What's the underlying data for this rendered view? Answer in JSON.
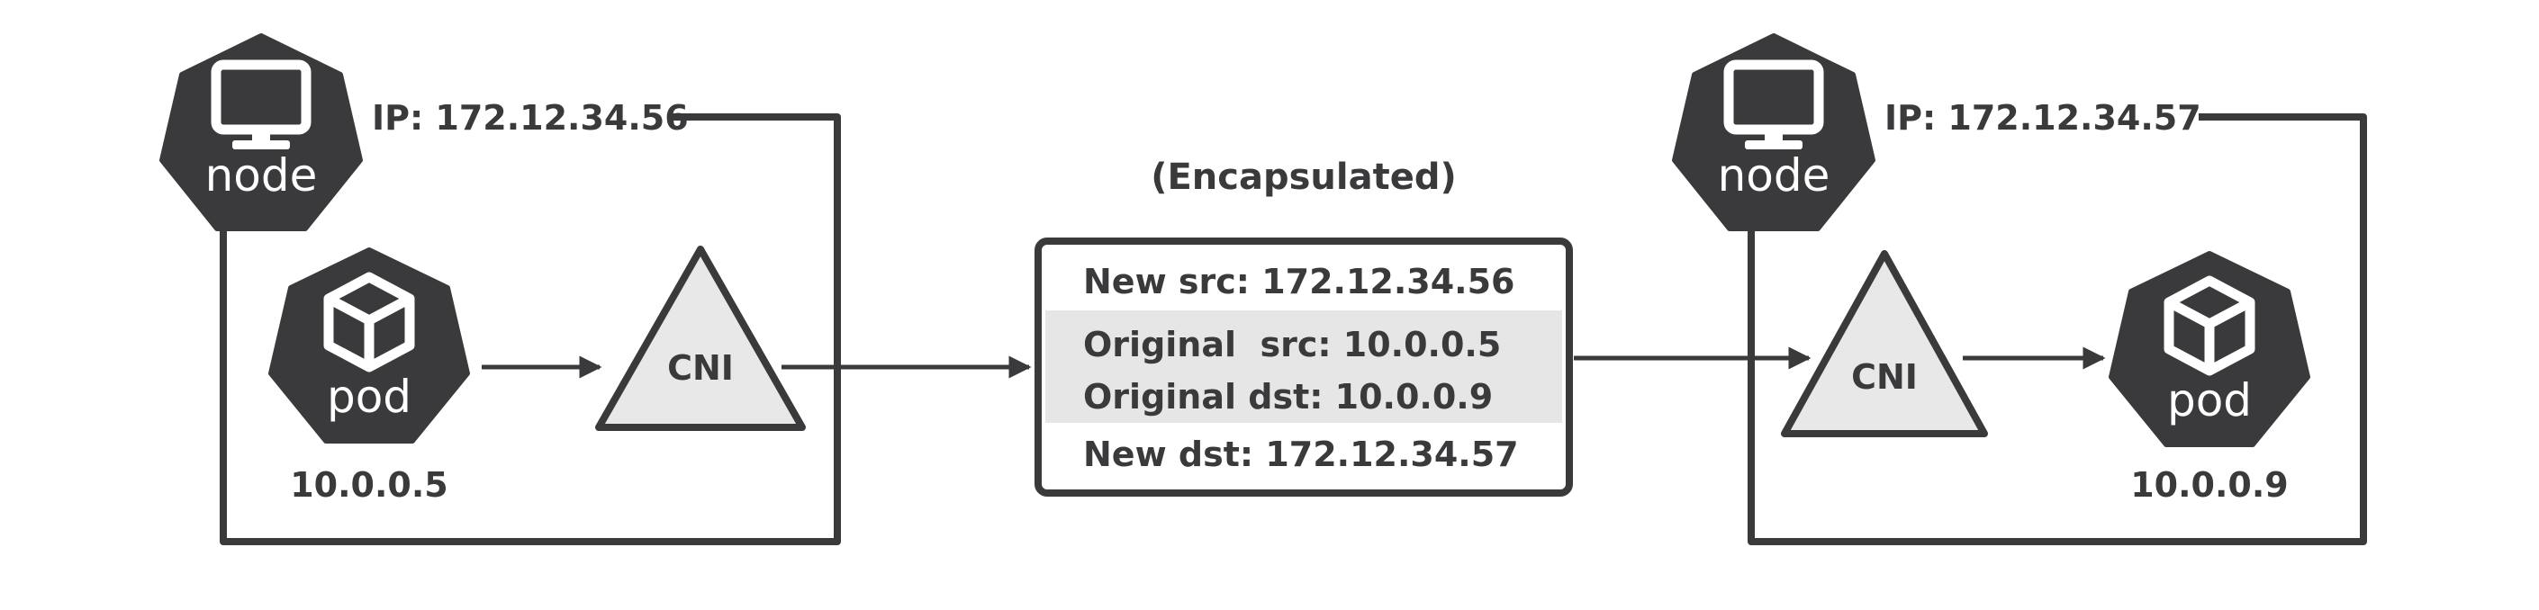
{
  "colors": {
    "dark": "#3a3a3c",
    "triangle_fill": "#e8e8e8",
    "highlight_band": "#e6e6e6",
    "white": "#ffffff"
  },
  "left": {
    "node_label": "node",
    "ip_label": "IP: 172.12.34.56",
    "pod_label": "pod",
    "pod_ip": "10.0.0.5",
    "cni_label": "CNI",
    "node_icon": "monitor-icon",
    "pod_icon": "cube-icon"
  },
  "right": {
    "node_label": "node",
    "ip_label": "IP: 172.12.34.57",
    "pod_label": "pod",
    "pod_ip": "10.0.0.9",
    "cni_label": "CNI",
    "node_icon": "monitor-icon",
    "pod_icon": "cube-icon"
  },
  "packet": {
    "caption": "(Encapsulated)",
    "new_src": "New src: 172.12.34.56",
    "orig_src": "Original  src: 10.0.0.5",
    "orig_dst": "Original dst: 10.0.0.9",
    "new_dst": "New dst: 172.12.34.57"
  }
}
